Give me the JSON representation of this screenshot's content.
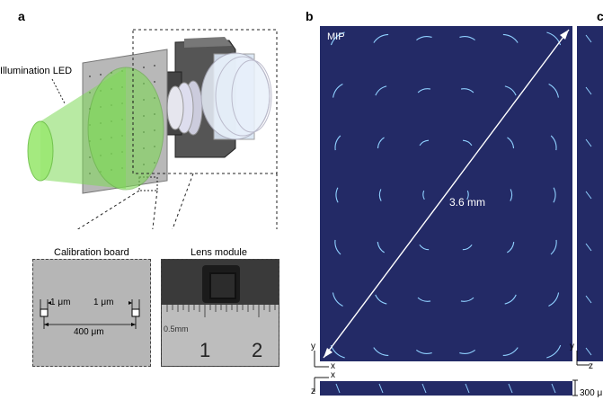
{
  "panel_a": {
    "letter": "a",
    "illumination_label": "Illumination LED",
    "calibration_title": "Calibration board",
    "lens_title": "Lens module",
    "dim_left": "1 μm",
    "dim_right": "1 μm",
    "dim_total": "400 μm",
    "ruler_unit": "0.5mm",
    "ruler_num_1": "1",
    "ruler_num_2": "2"
  },
  "panel_b": {
    "letter": "b",
    "mip_label": "MIP",
    "diagonal_label": "3.6 mm",
    "axis_y": "y",
    "axis_x": "x",
    "axis_x2": "x",
    "axis_z": "z",
    "side_axis_y": "y",
    "side_axis_z": "z",
    "scale_bar": "300 μ",
    "clipped_letter": "c"
  },
  "colors": {
    "mip_background": "#232a66",
    "green_led": "#7ed957",
    "spot": "#8fd0ff"
  }
}
